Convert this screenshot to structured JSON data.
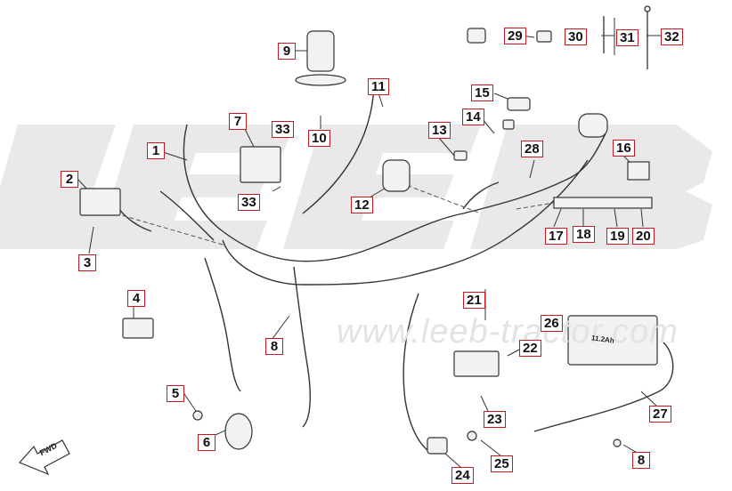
{
  "diagram": {
    "watermark_logo_text": "LEEB",
    "watermark_url": "www.leeb-tractor.com",
    "fwd_label": "FWD",
    "battery_label": "11.2Ah",
    "callouts": [
      "1",
      "2",
      "3",
      "4",
      "5",
      "6",
      "7",
      "8",
      "8",
      "9",
      "10",
      "11",
      "12",
      "13",
      "14",
      "15",
      "16",
      "17",
      "18",
      "19",
      "20",
      "21",
      "22",
      "23",
      "24",
      "25",
      "26",
      "27",
      "28",
      "29",
      "30",
      "31",
      "32",
      "33",
      "33"
    ],
    "colors": {
      "callout_border": "#c8191e",
      "line": "#333333",
      "watermark": "#e6e6e6"
    }
  }
}
